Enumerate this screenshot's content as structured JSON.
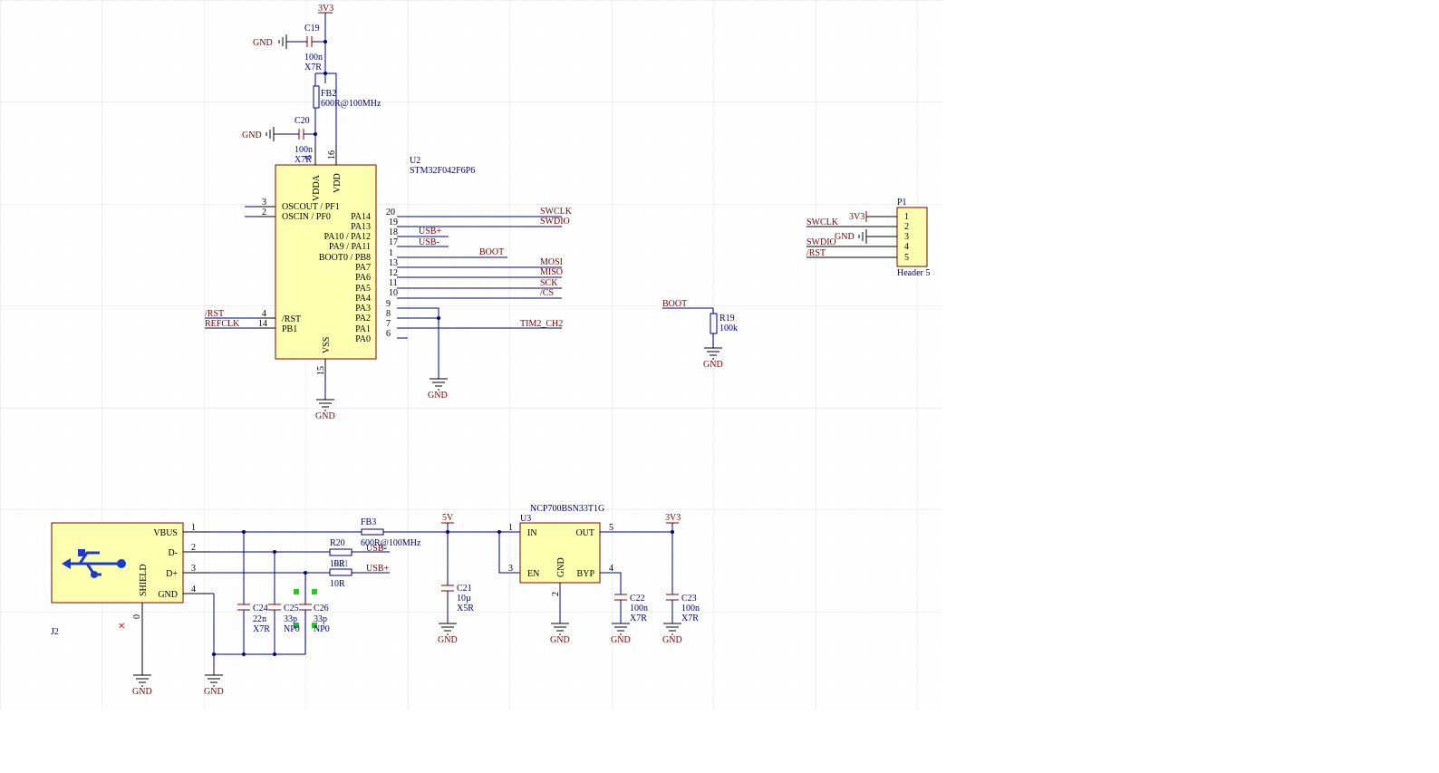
{
  "schematic": {
    "u2": {
      "designator": "U2",
      "part": "STM32F042F6P6",
      "left_pins": [
        {
          "num": "3",
          "name": "OSCOUT / PF1"
        },
        {
          "num": "2",
          "name": "OSCIN / PF0"
        },
        {
          "num": "4",
          "name": "/RST"
        },
        {
          "num": "14",
          "name": "PB1"
        }
      ],
      "right_pins": [
        {
          "num": "20",
          "name": "PA14"
        },
        {
          "num": "19",
          "name": "PA13"
        },
        {
          "num": "18",
          "name": "PA10 / PA12"
        },
        {
          "num": "17",
          "name": "PA9 / PA11"
        },
        {
          "num": "1",
          "name": "BOOT0 / PB8"
        },
        {
          "num": "13",
          "name": "PA7"
        },
        {
          "num": "12",
          "name": "PA6"
        },
        {
          "num": "11",
          "name": "PA5"
        },
        {
          "num": "10",
          "name": "PA4"
        },
        {
          "num": "9",
          "name": "PA3"
        },
        {
          "num": "8",
          "name": "PA2"
        },
        {
          "num": "7",
          "name": "PA1"
        },
        {
          "num": "6",
          "name": "PA0"
        }
      ],
      "top_pins": [
        {
          "num": "5",
          "name": "VDDA"
        },
        {
          "num": "16",
          "name": "VDD"
        }
      ],
      "bottom_pins": [
        {
          "num": "15",
          "name": "VSS"
        }
      ]
    },
    "nets": {
      "swclk": "SWCLK",
      "swdio": "SWDIO",
      "usbp": "USB+",
      "usbm": "USB-",
      "boot": "BOOT",
      "mosi": "MOSI",
      "miso": "MISO",
      "sck": "SCK",
      "cs": "/CS",
      "tim2": "TIM2_CH2",
      "rst": "/RST",
      "refclk": "REFCLK",
      "v3v3": "3V3",
      "v5": "5V",
      "gnd": "GND"
    },
    "c19": {
      "ref": "C19",
      "value": "100n",
      "type": "X7R"
    },
    "c20": {
      "ref": "C20",
      "value": "100n",
      "type": "X7R"
    },
    "fb2": {
      "ref": "FB2",
      "value": "600R@100MHz"
    },
    "fb3": {
      "ref": "FB3",
      "value": "600R@100MHz"
    },
    "r19": {
      "ref": "R19",
      "value": "100k"
    },
    "r20": {
      "ref": "R20",
      "value": "10R"
    },
    "r21": {
      "ref": "R21",
      "value": "10R"
    },
    "p1": {
      "ref": "P1",
      "part": "Header 5",
      "pins": [
        "1",
        "2",
        "3",
        "4",
        "5"
      ]
    },
    "j2": {
      "ref": "J2",
      "pins": [
        {
          "num": "1",
          "name": "VBUS"
        },
        {
          "num": "2",
          "name": "D-"
        },
        {
          "num": "3",
          "name": "D+"
        },
        {
          "num": "4",
          "name": "GND"
        }
      ],
      "shield_label": "SHIELD",
      "shield_pin": "0"
    },
    "u3": {
      "ref": "U3",
      "part": "NCP700BSN33T1G",
      "pins": [
        {
          "num": "1",
          "name": "IN"
        },
        {
          "num": "3",
          "name": "EN"
        },
        {
          "num": "2",
          "name": "GND"
        },
        {
          "num": "5",
          "name": "OUT"
        },
        {
          "num": "4",
          "name": "BYP"
        }
      ]
    },
    "c21": {
      "ref": "C21",
      "value": "10µ",
      "type": "X5R"
    },
    "c22": {
      "ref": "C22",
      "value": "100n",
      "type": "X7R"
    },
    "c23": {
      "ref": "C23",
      "value": "100n",
      "type": "X7R"
    },
    "c24": {
      "ref": "C24",
      "value": "22n",
      "type": "X7R"
    },
    "c25": {
      "ref": "C25",
      "value": "33p",
      "type": "NP0"
    },
    "c26": {
      "ref": "C26",
      "value": "33p",
      "type": "NP0"
    }
  }
}
